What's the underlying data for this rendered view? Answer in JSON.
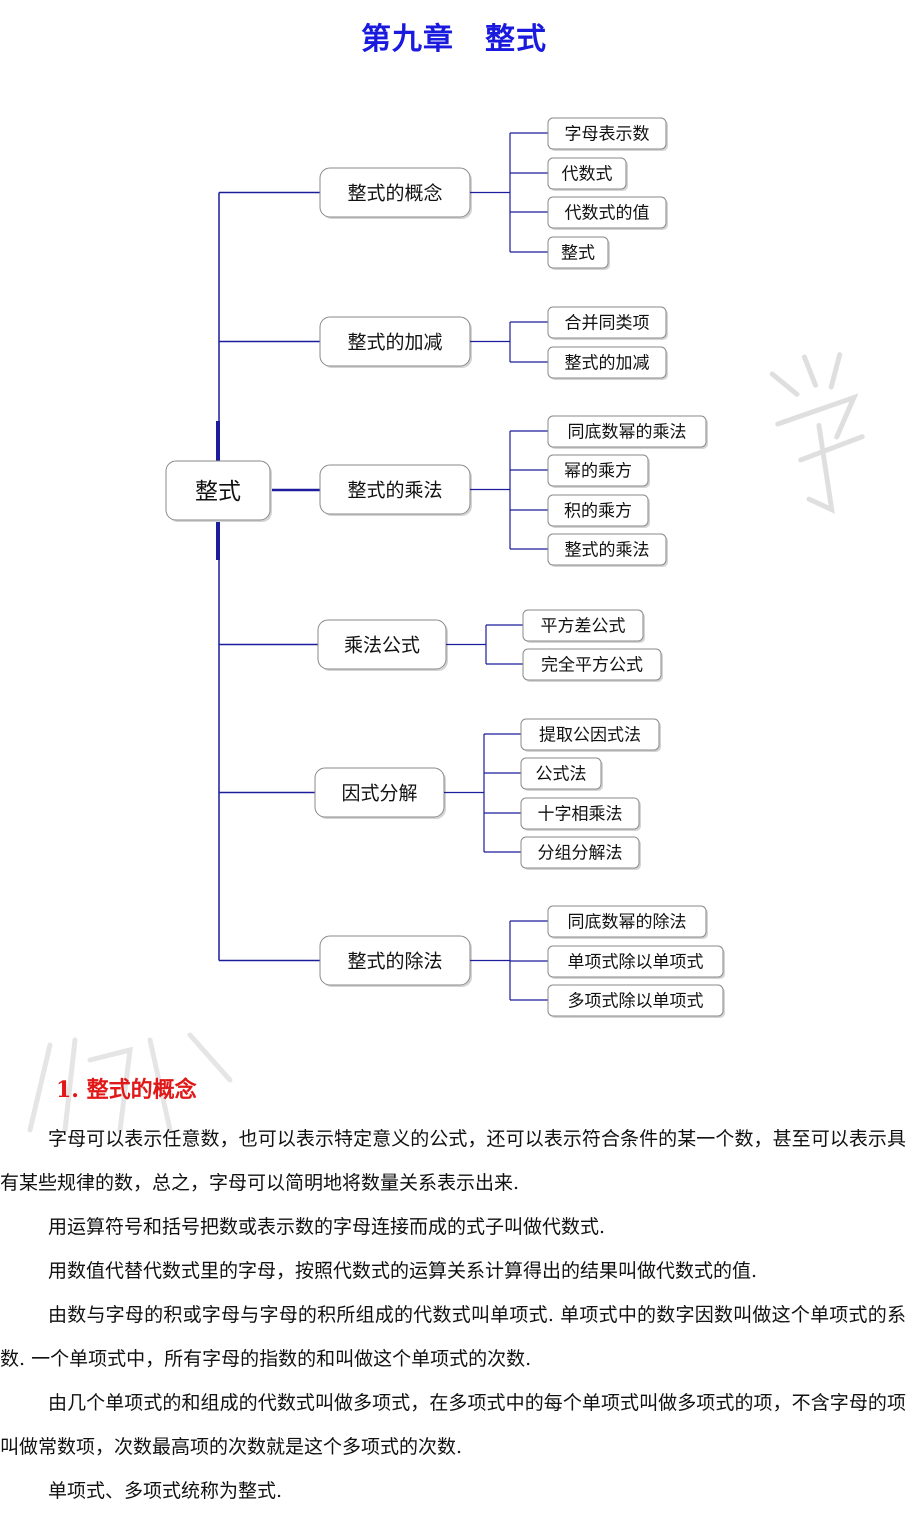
{
  "header": {
    "title": "第九章　整式"
  },
  "mindmap": {
    "root": "整式",
    "branches": [
      {
        "label": "整式的概念",
        "children": [
          "字母表示数",
          "代数式",
          "代数式的值",
          "整式"
        ]
      },
      {
        "label": "整式的加减",
        "children": [
          "合并同类项",
          "整式的加减"
        ]
      },
      {
        "label": "整式的乘法",
        "children": [
          "同底数幂的乘法",
          "幂的乘方",
          "积的乘方",
          "整式的乘法"
        ]
      },
      {
        "label": "乘法公式",
        "children": [
          "平方差公式",
          "完全平方公式"
        ]
      },
      {
        "label": "因式分解",
        "children": [
          "提取公因式法",
          "公式法",
          "十字相乘法",
          "分组分解法"
        ]
      },
      {
        "label": "整式的除法",
        "children": [
          "同底数幂的除法",
          "单项式除以单项式",
          "多项式除以单项式"
        ]
      }
    ]
  },
  "section": {
    "heading": "1. 整式的概念",
    "paragraphs": [
      "字母可以表示任意数，也可以表示特定意义的公式，还可以表示符合条件的某一个数，甚至可以表示具有某些规律的数，总之，字母可以简明地将数量关系表示出来.",
      "用运算符号和括号把数或表示数的字母连接而成的式子叫做代数式.",
      "用数值代替代数式里的字母，按照代数式的运算关系计算得出的结果叫做代数式的值.",
      "由数与字母的积或字母与字母的积所组成的代数式叫单项式. 单项式中的数字因数叫做这个单项式的系数. 一个单项式中，所有字母的指数的和叫做这个单项式的次数.",
      "由几个单项式的和组成的代数式叫做多项式，在多项式中的每个单项式叫做多项式的项，不含字母的项叫做常数项，次数最高项的次数就是这个多项式的次数.",
      "单项式、多项式统称为整式."
    ]
  },
  "colors": {
    "title": "#1a1adf",
    "heading": "#e01818",
    "connector": "#1c1c9c"
  }
}
